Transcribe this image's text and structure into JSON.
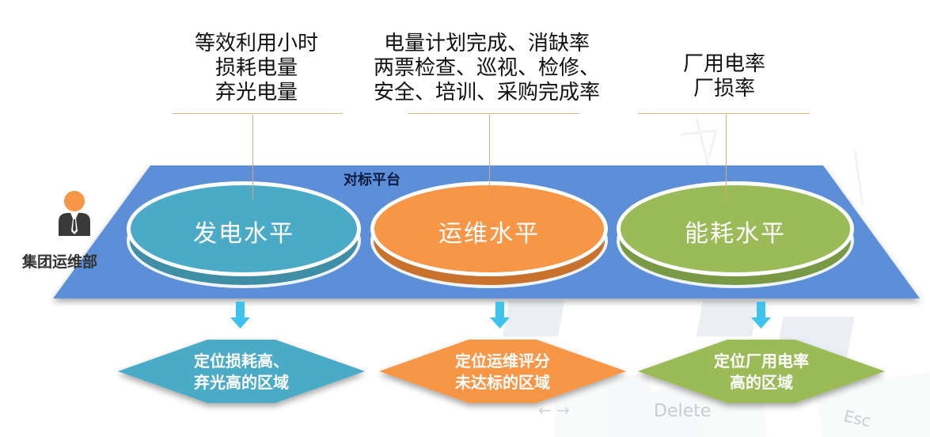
{
  "metrics": [
    {
      "lines": [
        "等效利用小时",
        "损耗电量",
        "弃光电量"
      ]
    },
    {
      "lines": [
        "电量计划完成、消缺率",
        "两票检查、巡视、检修、",
        "安全、培训、采购完成率"
      ]
    },
    {
      "lines": [
        "厂用电率",
        "厂损率"
      ]
    }
  ],
  "platform": {
    "label": "对标平台",
    "color": "#5b8fd8"
  },
  "levels": [
    {
      "label": "发电水平",
      "color": "#4babc6"
    },
    {
      "label": "运维水平",
      "color": "#f79646"
    },
    {
      "label": "能耗水平",
      "color": "#9bbb59"
    }
  ],
  "department": {
    "label": "集团运维部",
    "head_color": "#f79646",
    "body_color": "#3a3a3a"
  },
  "results": [
    {
      "lines": [
        "定位损耗高、",
        "弃光高的区域"
      ],
      "color": "#4babc6"
    },
    {
      "lines": [
        "定位运维评分",
        "未达标的区域"
      ],
      "color": "#f79646"
    },
    {
      "lines": [
        "定位厂用电率",
        "高的区域"
      ],
      "color": "#9bbb59"
    }
  ],
  "arrow_color": "#3fc3ee",
  "background_labels": [
    "Delete",
    "Esc"
  ]
}
